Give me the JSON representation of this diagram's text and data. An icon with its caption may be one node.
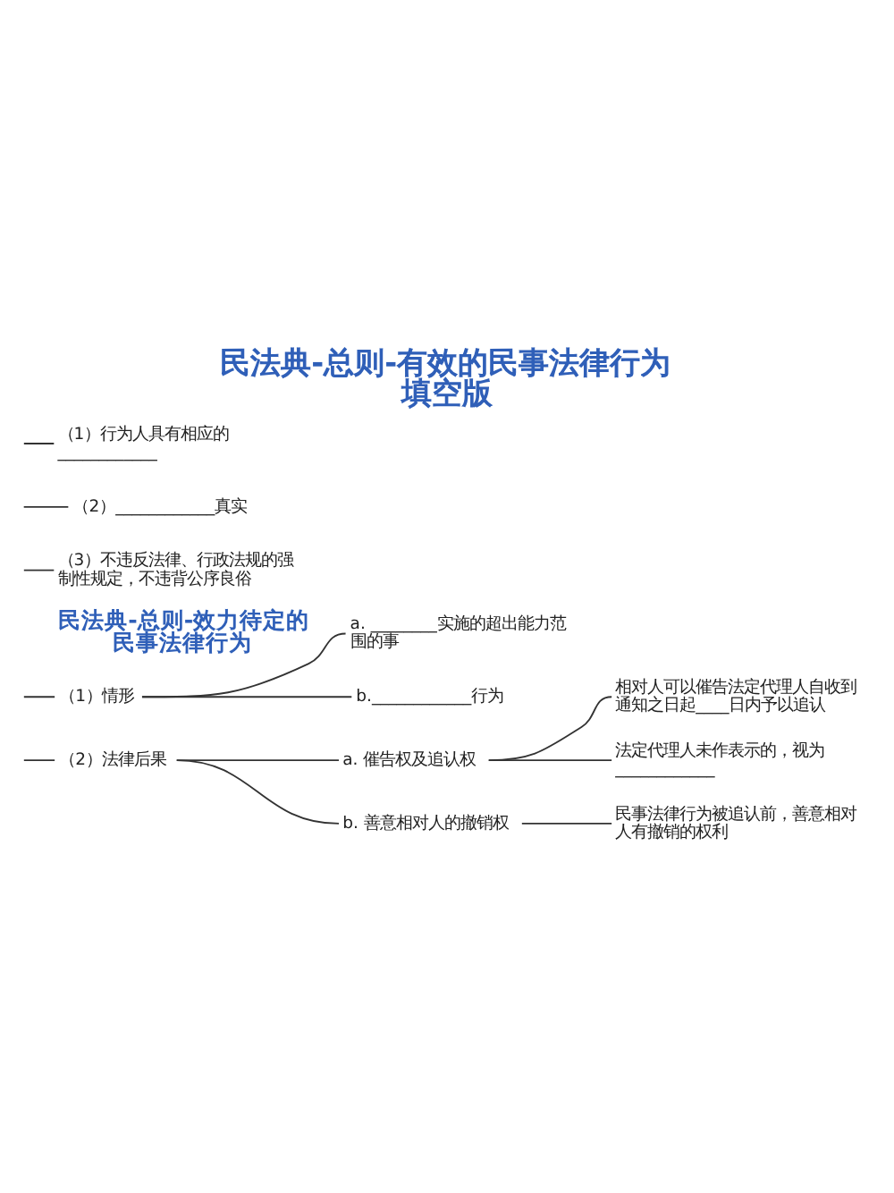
{
  "diagram": {
    "title": "民法典-总则-有效的民事法律行为填空版",
    "nodes": [
      {
        "text": [
          "（1）行为人具有相应的____________"
        ]
      },
      {
        "text": [
          "（2）____________真实"
        ]
      },
      {
        "text": [
          "（3）不违反法律、行政法规的强制性规定，不违背公序良俗"
        ]
      },
      {
        "text": [
          "（1）情形"
        ]
      },
      {
        "text": [
          "a. ________实施的超出能力范围的事"
        ]
      },
      {
        "text": [
          "b.____________行为"
        ]
      },
      {
        "text": [
          "（2）法律后果"
        ]
      },
      {
        "text": [
          "a. 催告权及追认权"
        ]
      },
      {
        "text": [
          "相对人可以催告法定代理人自收到通知之日起____日内予以追认"
        ]
      },
      {
        "text": [
          "法定代理人未作表示的，视为____________"
        ]
      },
      {
        "text": [
          "b. 善意相对人的撤销权"
        ]
      },
      {
        "text": [
          "民事法律行为被追认前，善意相对人有撤销的权利"
        ]
      }
    ],
    "edges": [
      {
        "from": null,
        "to": 0,
        "arrow": "none"
      },
      {
        "from": null,
        "to": 1,
        "arrow": "none"
      },
      {
        "from": null,
        "to": 2,
        "arrow": "none"
      },
      {
        "from": null,
        "to": 3,
        "arrow": "none"
      },
      {
        "from": null,
        "to": 6,
        "arrow": "none"
      },
      {
        "from": 3,
        "to": 4,
        "arrow": "none"
      },
      {
        "from": 3,
        "to": 5,
        "arrow": "none"
      },
      {
        "from": 6,
        "to": 7,
        "arrow": "none"
      },
      {
        "from": 6,
        "to": 10,
        "arrow": "none"
      },
      {
        "from": 7,
        "to": 8,
        "arrow": "none"
      },
      {
        "from": 7,
        "to": 9,
        "arrow": "none"
      },
      {
        "from": 10,
        "to": 11,
        "arrow": "none"
      }
    ],
    "labels": [
      "民法典-总则-效力待定的民事法律行为"
    ]
  }
}
